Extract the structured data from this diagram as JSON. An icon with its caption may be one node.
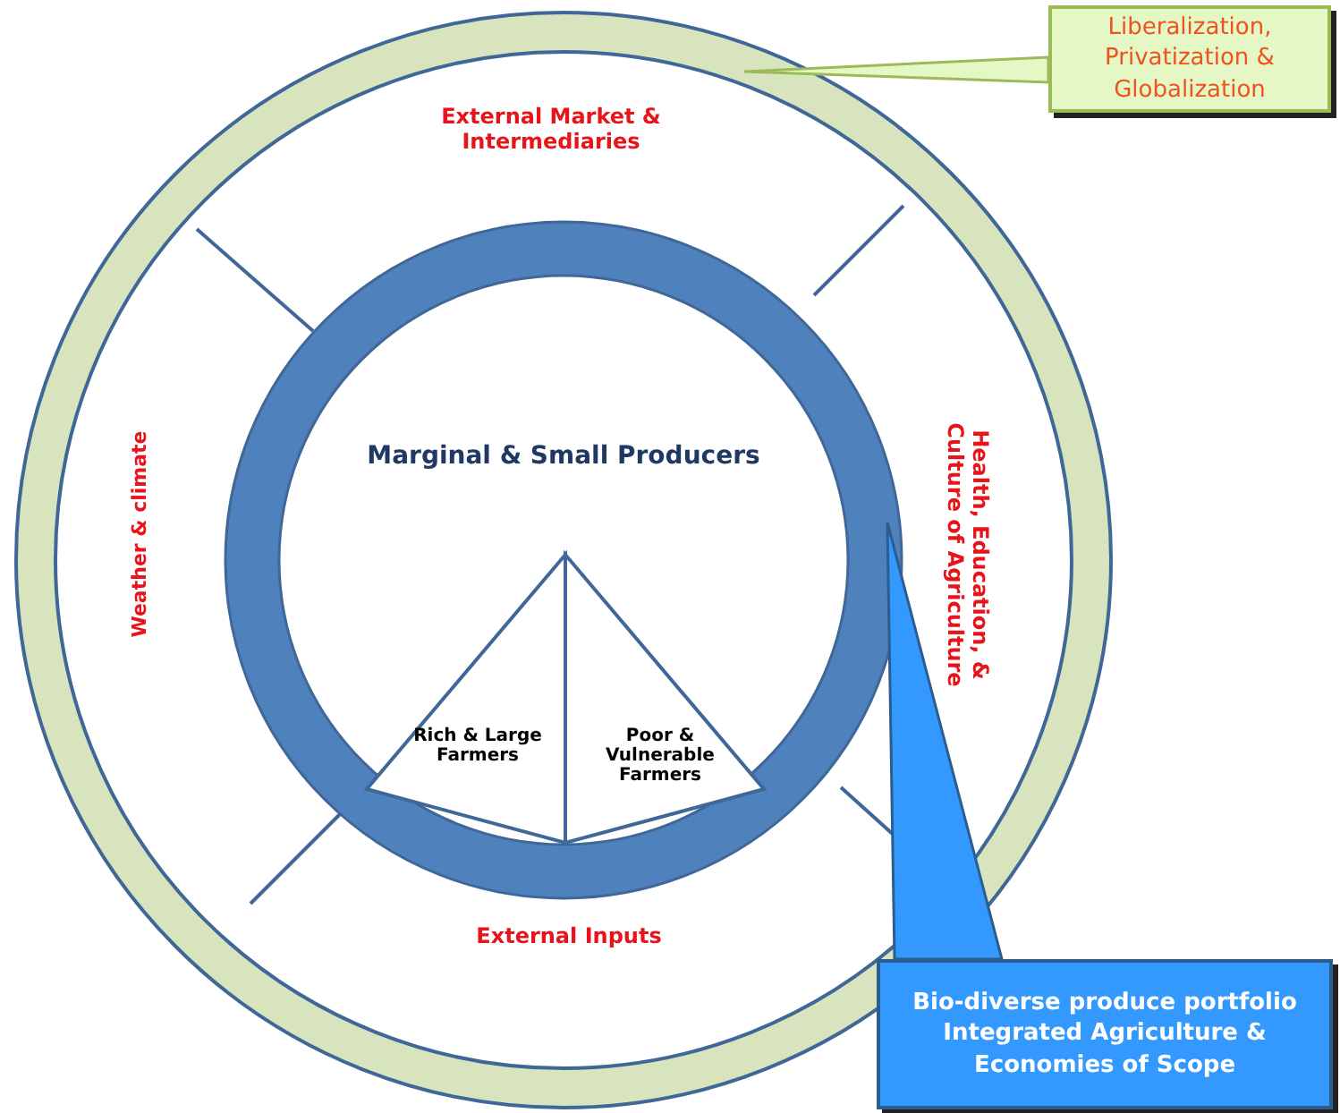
{
  "diagram": {
    "nodes": [
      {
        "text": [],
        "shape": "circle"
      },
      {
        "text": [
          "External Market & Intermediaries"
        ],
        "in": 0
      },
      {
        "text": [
          "Weather & climate"
        ],
        "in": 0
      },
      {
        "text": [
          "Health, Education, & Culture of Agriculture"
        ],
        "in": 0
      },
      {
        "text": [
          "External Inputs"
        ],
        "in": 0
      },
      {
        "text": [
          "Marginal & Small Producers"
        ],
        "in": 0
      },
      {
        "text": [
          "Rich & Large Farmers"
        ],
        "in": 5
      },
      {
        "text": [
          "Poor & Vulnerable Farmers"
        ],
        "in": 5
      },
      {
        "text": [
          "Liberalization, Privatization & Globalization"
        ]
      },
      {
        "text": [
          "Bio-diverse produce portfolio",
          "Integrated Agriculture & Economies of Scope"
        ]
      }
    ],
    "edges": [
      {
        "from": 8,
        "to": 0,
        "arrow": "none"
      },
      {
        "from": 9,
        "to": 5,
        "arrow": "none"
      }
    ]
  }
}
